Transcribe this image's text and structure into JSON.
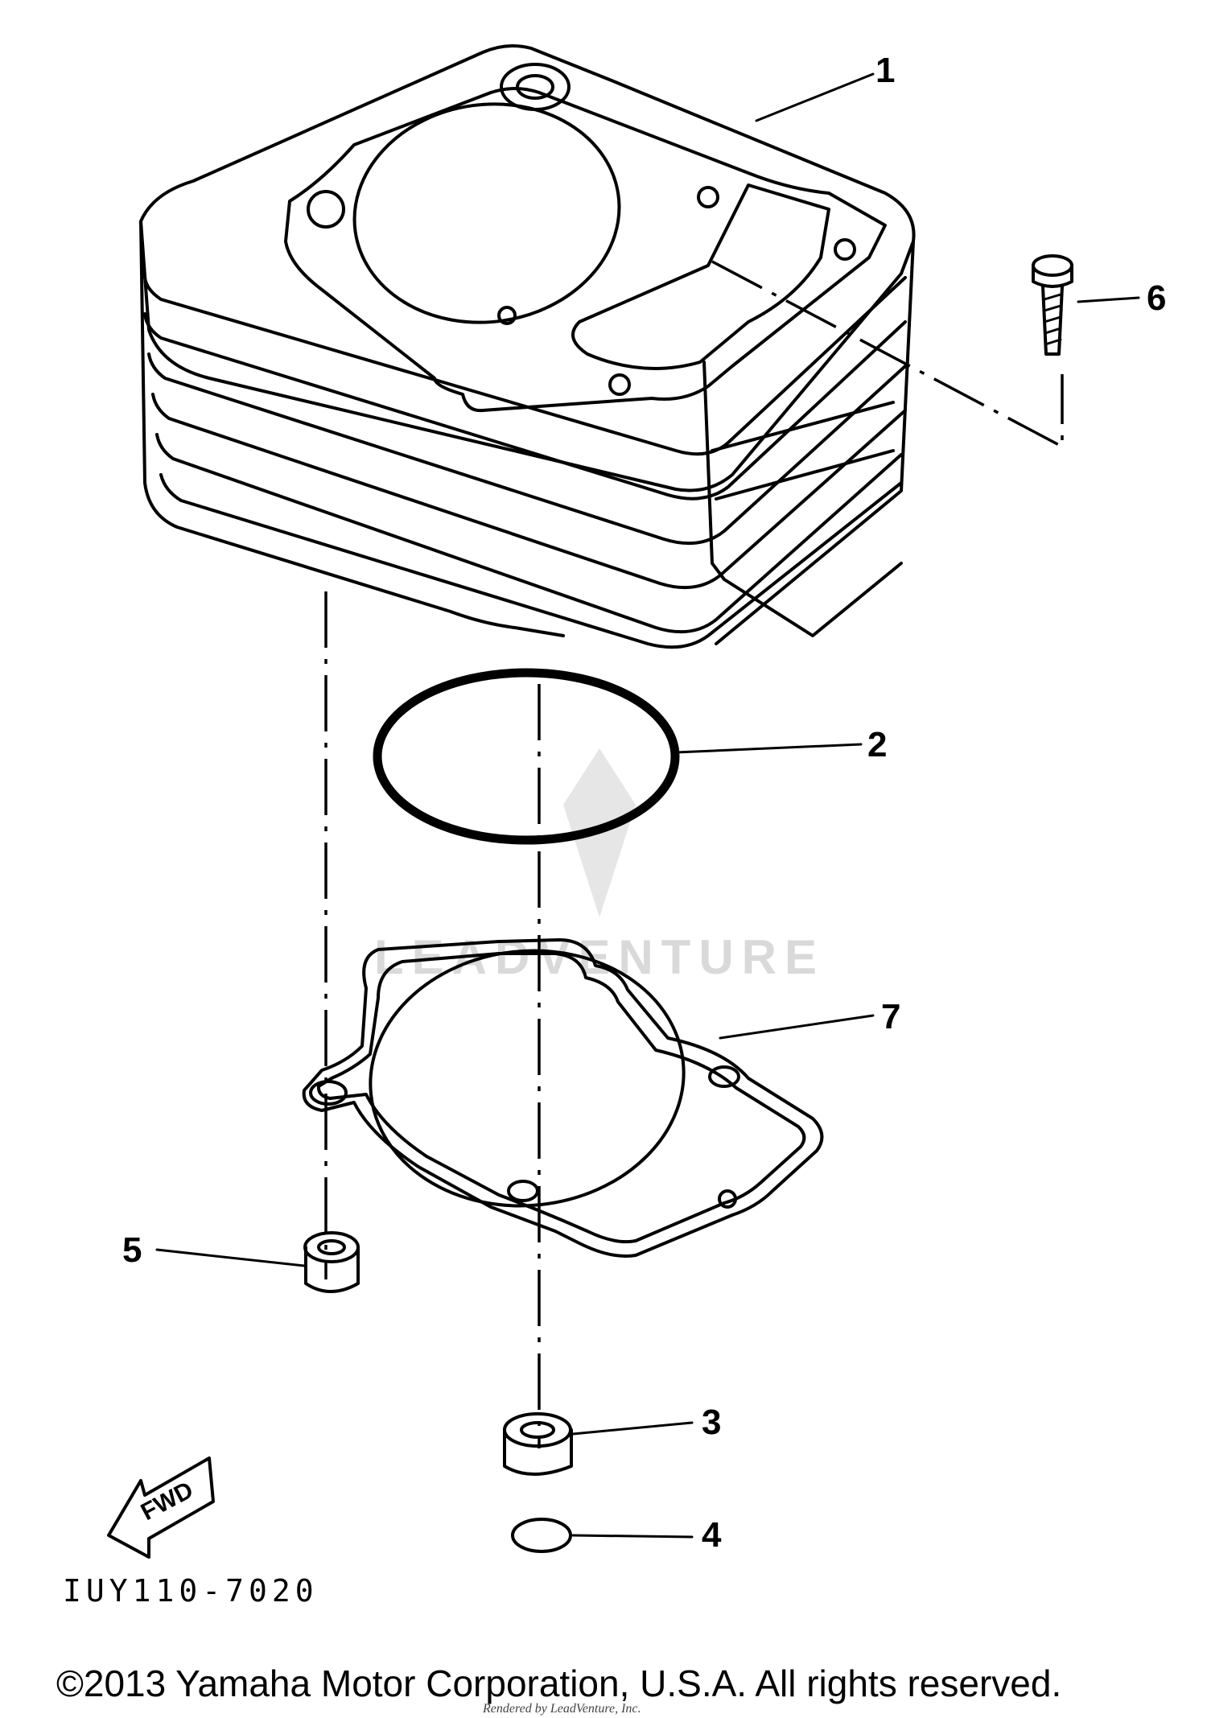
{
  "callouts": {
    "c1": "1",
    "c2": "2",
    "c3": "3",
    "c4": "4",
    "c5": "5",
    "c6": "6",
    "c7": "7"
  },
  "fwd_label": "FWD",
  "diagram_code": "IUY110-7020",
  "watermark": "LEADVENTURE",
  "copyright": "©2013 Yamaha Motor Corporation, U.S.A. All rights reserved.",
  "rendered_by": "Rendered by LeadVenture, Inc."
}
